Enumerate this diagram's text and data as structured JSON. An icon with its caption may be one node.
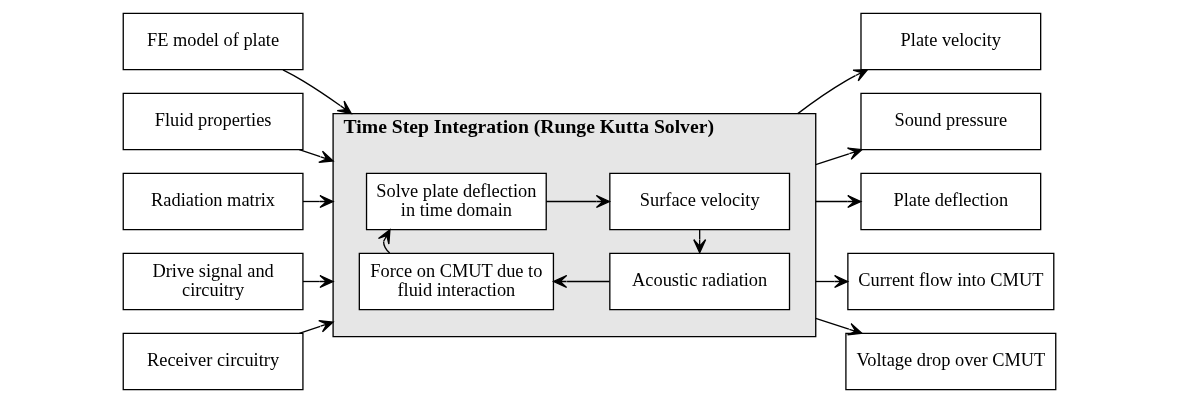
{
  "diagram": {
    "nodes": [
      {
        "text": [
          "Time Step Integration (Runge Kutta Solver)"
        ]
      },
      {
        "text": [
          "Solve plate deflection in time domain"
        ],
        "in": 0
      },
      {
        "text": [
          "Surface velocity"
        ],
        "in": 0
      },
      {
        "text": [
          "Force on CMUT due to fluid interaction"
        ],
        "in": 0
      },
      {
        "text": [
          "Acoustic radiation"
        ],
        "in": 0
      },
      {
        "text": [
          "FE model of plate"
        ]
      },
      {
        "text": [
          "Fluid properties"
        ]
      },
      {
        "text": [
          "Radiation matrix"
        ]
      },
      {
        "text": [
          "Drive signal and circuitry"
        ]
      },
      {
        "text": [
          "Receiver circuitry"
        ]
      },
      {
        "text": [
          "Plate deflection"
        ]
      },
      {
        "text": [
          "Plate velocity"
        ]
      },
      {
        "text": [
          "Sound pressure"
        ]
      },
      {
        "text": [
          "Voltage drop over CMUT"
        ]
      },
      {
        "text": [
          "Current flow into CMUT"
        ]
      }
    ],
    "edges": [
      {
        "from": 1,
        "to": 2,
        "arrow": "to"
      },
      {
        "from": 2,
        "to": 4,
        "arrow": "to"
      },
      {
        "from": 4,
        "to": 3,
        "arrow": "to"
      },
      {
        "from": 3,
        "to": 1,
        "arrow": "to"
      },
      {
        "from": 5,
        "to": 0,
        "arrow": "to"
      },
      {
        "from": 6,
        "to": 0,
        "arrow": "to"
      },
      {
        "from": 7,
        "to": 0,
        "arrow": "to"
      },
      {
        "from": 8,
        "to": 0,
        "arrow": "to"
      },
      {
        "from": 9,
        "to": 0,
        "arrow": "to"
      },
      {
        "from": 0,
        "to": 10,
        "arrow": "to"
      },
      {
        "from": 0,
        "to": 11,
        "arrow": "to"
      },
      {
        "from": 0,
        "to": 12,
        "arrow": "to"
      },
      {
        "from": 0,
        "to": 13,
        "arrow": "to"
      },
      {
        "from": 0,
        "to": 14,
        "arrow": "to"
      }
    ]
  }
}
